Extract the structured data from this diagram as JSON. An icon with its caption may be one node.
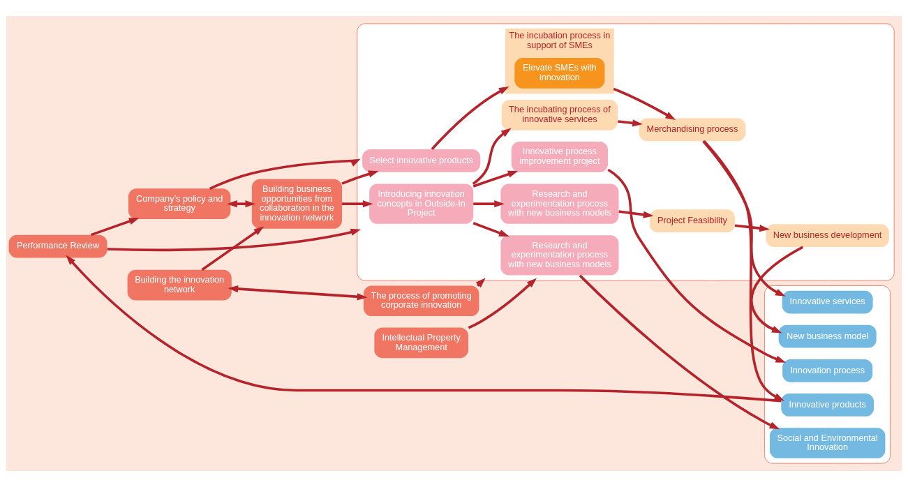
{
  "diagram": {
    "nodes": [
      {
        "text": [
          "Company’s policy and strategy"
        ]
      },
      {
        "text": [
          "Performance Review"
        ]
      },
      {
        "text": [],
        "shape": "box"
      },
      {
        "text": [
          "Building business opportunities from collaboration in the innovation network"
        ]
      },
      {
        "text": [
          "Select innovative products"
        ],
        "in": 2
      },
      {
        "text": [
          "The incubation process in support of SMEs"
        ],
        "in": 2
      },
      {
        "text": [
          "Elevate SMEs with innovation"
        ],
        "in": 5
      },
      {
        "text": [
          "Merchandising process"
        ],
        "in": 2
      },
      {
        "text": [],
        "shape": "box"
      },
      {
        "text": [
          "Innovative products"
        ],
        "in": 8
      },
      {
        "text": [
          "Introducing innovation concepts in Outside-In Project"
        ],
        "in": 2
      },
      {
        "text": [
          "The incubating process of innovative services"
        ],
        "in": 2
      },
      {
        "text": [
          "Innovative services"
        ],
        "in": 8
      },
      {
        "text": [
          "Innovative process improvement project"
        ],
        "in": 2
      },
      {
        "text": [
          "Innovation process"
        ],
        "in": 8
      },
      {
        "text": [
          "Research and experimentation process with new business models"
        ],
        "in": 2
      },
      {
        "text": [
          "Project Feasibility"
        ],
        "in": 2
      },
      {
        "text": [
          "New business development"
        ],
        "in": 2
      },
      {
        "text": [
          "New business model"
        ],
        "in": 8
      },
      {
        "text": [
          "Building the innovation network"
        ]
      },
      {
        "text": [
          "Research and experimentation process with new business models"
        ],
        "in": 2
      },
      {
        "text": [
          "Social and Environmental Innovation"
        ],
        "in": 8
      },
      {
        "text": [
          "The process of promoting corporate innovation"
        ]
      },
      {
        "text": [
          "Intellectual Property Management"
        ]
      }
    ],
    "edges": [
      {
        "from": 0,
        "to": 3,
        "arrow": "both"
      },
      {
        "from": 1,
        "to": 0,
        "arrow": "to"
      },
      {
        "from": 0,
        "to": 2,
        "arrow": "to"
      },
      {
        "from": 1,
        "to": 2,
        "arrow": "to"
      },
      {
        "from": 9,
        "to": 1,
        "arrow": "to"
      },
      {
        "from": 3,
        "to": 4,
        "arrow": "to"
      },
      {
        "from": 3,
        "to": 10,
        "arrow": "to"
      },
      {
        "from": 19,
        "to": 3,
        "arrow": "to"
      },
      {
        "from": 19,
        "to": 22,
        "arrow": "both"
      },
      {
        "from": 22,
        "to": 2,
        "arrow": "to"
      },
      {
        "from": 23,
        "to": 2,
        "arrow": "to"
      },
      {
        "from": 4,
        "to": 5,
        "arrow": "to"
      },
      {
        "from": 5,
        "to": 7,
        "arrow": "to"
      },
      {
        "from": 11,
        "to": 7,
        "arrow": "to"
      },
      {
        "from": 7,
        "to": 9,
        "arrow": "to"
      },
      {
        "from": 7,
        "to": 12,
        "arrow": "to"
      },
      {
        "from": 10,
        "to": 11,
        "arrow": "to"
      },
      {
        "from": 10,
        "to": 13,
        "arrow": "to"
      },
      {
        "from": 10,
        "to": 15,
        "arrow": "to"
      },
      {
        "from": 10,
        "to": 20,
        "arrow": "to"
      },
      {
        "from": 13,
        "to": 14,
        "arrow": "to"
      },
      {
        "from": 15,
        "to": 16,
        "arrow": "to"
      },
      {
        "from": 16,
        "to": 17,
        "arrow": "to"
      },
      {
        "from": 17,
        "to": 18,
        "arrow": "to"
      },
      {
        "from": 20,
        "to": 21,
        "arrow": "to"
      }
    ]
  }
}
